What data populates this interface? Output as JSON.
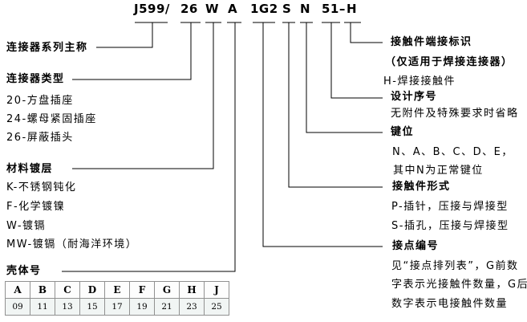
{
  "part_code": {
    "segments": [
      {
        "label": "J599/"
      },
      {
        "label": "26"
      },
      {
        "label": "W"
      },
      {
        "label": "A"
      },
      {
        "label": "1G2"
      },
      {
        "label": "S"
      },
      {
        "label": "N"
      },
      {
        "label": "51–"
      },
      {
        "label": "H"
      }
    ]
  },
  "left": {
    "series_title": "连接器系列主称",
    "type_title": "连接器类型",
    "type_items": [
      "20-方盘插座",
      "24-螺母紧固插座",
      "26-屏蔽插头"
    ],
    "plating_title": "材料镀层",
    "plating_items": [
      "K-不锈钢钝化",
      "F-化学镀镍",
      "W-镀镉",
      "MW-镀镉（耐海洋环境）"
    ],
    "shell_title": "壳体号"
  },
  "shell_table": {
    "headers": [
      "A",
      "B",
      "C",
      "D",
      "E",
      "F",
      "G",
      "H",
      "J"
    ],
    "values": [
      "09",
      "11",
      "13",
      "15",
      "17",
      "19",
      "21",
      "23",
      "25"
    ]
  },
  "right": {
    "termination_title": "接触件端接标识",
    "termination_note": "（仅适用于焊接连接器）",
    "termination_item": "H-焊接接触件",
    "design_title": "设计序号",
    "design_note": "无附件及特殊要求时省略",
    "key_title": "键位",
    "key_line1": "N、A、B、C、D、E，",
    "key_line2": "其中N为正常键位",
    "contact_title": "接触件形式",
    "contact_items": [
      "P-插针，压接与焊接型",
      "S-插孔，压接与焊接型"
    ],
    "number_title": "接点编号",
    "number_lines": [
      "见“接点排列表”，G前数",
      "字表示光接触件数量，G后",
      "数字表示电接触件数量"
    ]
  },
  "colors": {
    "line": "#000000",
    "table_border": "#919191",
    "table_value_bg": "#f1f5f4"
  }
}
